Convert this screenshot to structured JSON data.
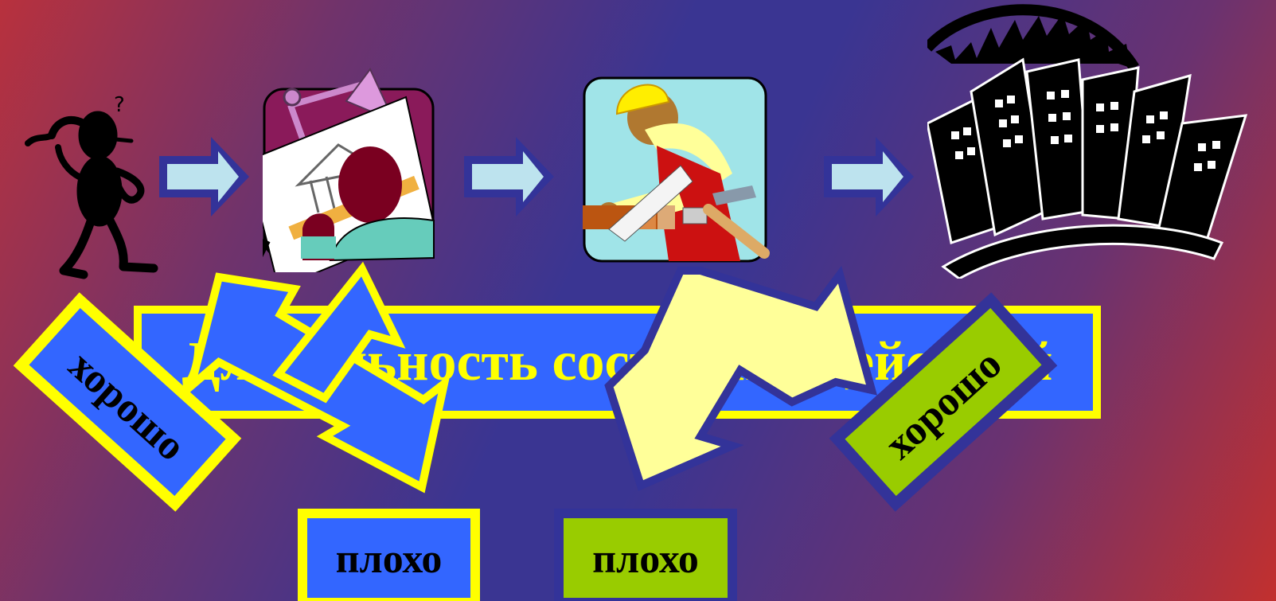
{
  "slide": {
    "banner_text": "Длительность состояния действий",
    "labels": {
      "good_left": "хорошо",
      "bad_left": "плохо",
      "bad_right": "плохо",
      "good_right": "хорошо"
    }
  },
  "icons": [
    "confused-person-icon",
    "architect-drawing-icon",
    "construction-worker-icon",
    "city-buildings-icon"
  ],
  "colors": {
    "blue": "#3366ff",
    "yellow": "#ffff00",
    "light_yellow": "#ffff99",
    "green": "#99cc00",
    "dark_blue": "#333399",
    "arrow_light": "#bde3ee"
  }
}
